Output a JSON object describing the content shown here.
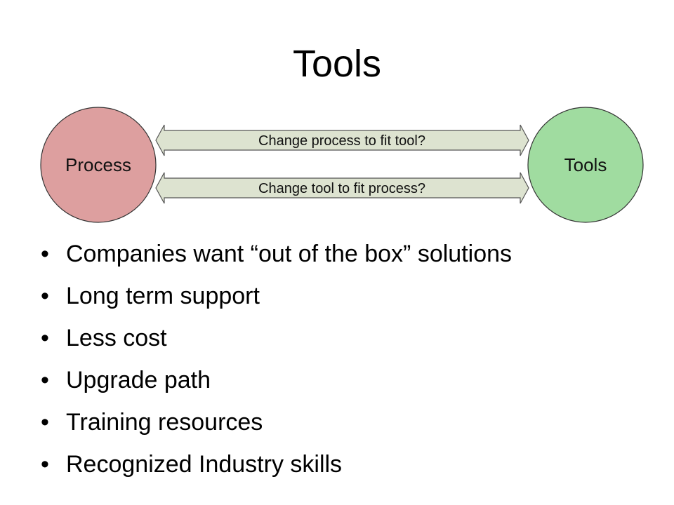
{
  "title": "Tools",
  "diagram": {
    "left_node": {
      "label": "Process",
      "fill": "#dd9f9f"
    },
    "right_node": {
      "label": "Tools",
      "fill": "#a0dca0"
    },
    "arrow_fill": "#dde3d0",
    "arrows": [
      {
        "label": "Change process to fit tool?"
      },
      {
        "label": "Change tool to fit process?"
      }
    ]
  },
  "bullets": [
    "Companies want “out of the box” solutions",
    "Long term support",
    "Less cost",
    "Upgrade path",
    "Training resources",
    "Recognized Industry skills"
  ]
}
